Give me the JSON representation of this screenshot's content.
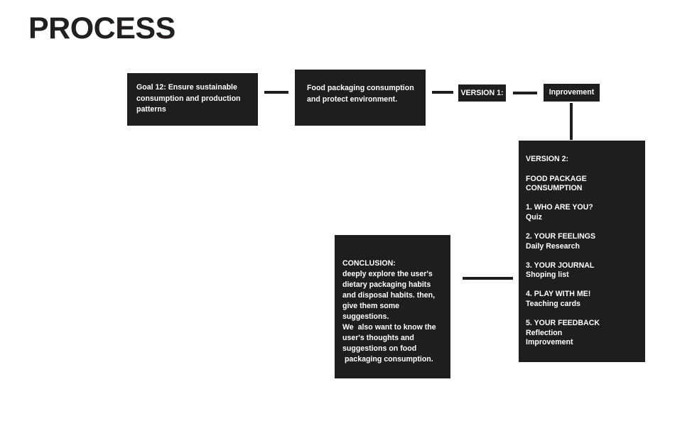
{
  "page": {
    "title": "PROCESS",
    "background_color": "#ffffff",
    "box_color": "#1e1e1c",
    "text_color": "#ffffff",
    "title_color": "#231f20"
  },
  "nodes": {
    "goal": {
      "text": "Goal 12: Ensure sustainable consumption and production patterns"
    },
    "food": {
      "text": "Food packaging consumption and protect environment."
    },
    "version1": {
      "label": "VERSION 1:"
    },
    "improvement": {
      "label": "Inprovement"
    },
    "version2": {
      "label": "VERSION 2:",
      "title_line1": "FOOD PACKAGE",
      "title_line2": "CONSUMPTION",
      "items": [
        {
          "title": "1. WHO ARE YOU?",
          "sub": "Quiz"
        },
        {
          "title": "2. YOUR FEELINGS",
          "sub": "Daily Research"
        },
        {
          "title": "3. YOUR JOURNAL",
          "sub": "Shoping list"
        },
        {
          "title": "4. PLAY WITH ME!",
          "sub": "Teaching cards"
        },
        {
          "title": "5. YOUR FEEDBACK",
          "sub": "Reflection",
          "sub2": "Improvement"
        }
      ]
    },
    "conclusion": {
      "heading": "CONCLUSION:",
      "lines": [
        "deeply explore the user's",
        "dietary packaging habits",
        "and disposal habits. then,",
        "give them some",
        "suggestions.",
        "We  also want to know the",
        "user's thoughts and",
        "suggestions on food",
        " packaging consumption."
      ]
    }
  },
  "connectors": {
    "goal_to_food": "horizontal-line",
    "food_to_version1": "horizontal-line",
    "version1_to_improvement": "horizontal-line",
    "improvement_to_version2": "vertical-line",
    "conclusion_to_version2": "horizontal-line"
  }
}
